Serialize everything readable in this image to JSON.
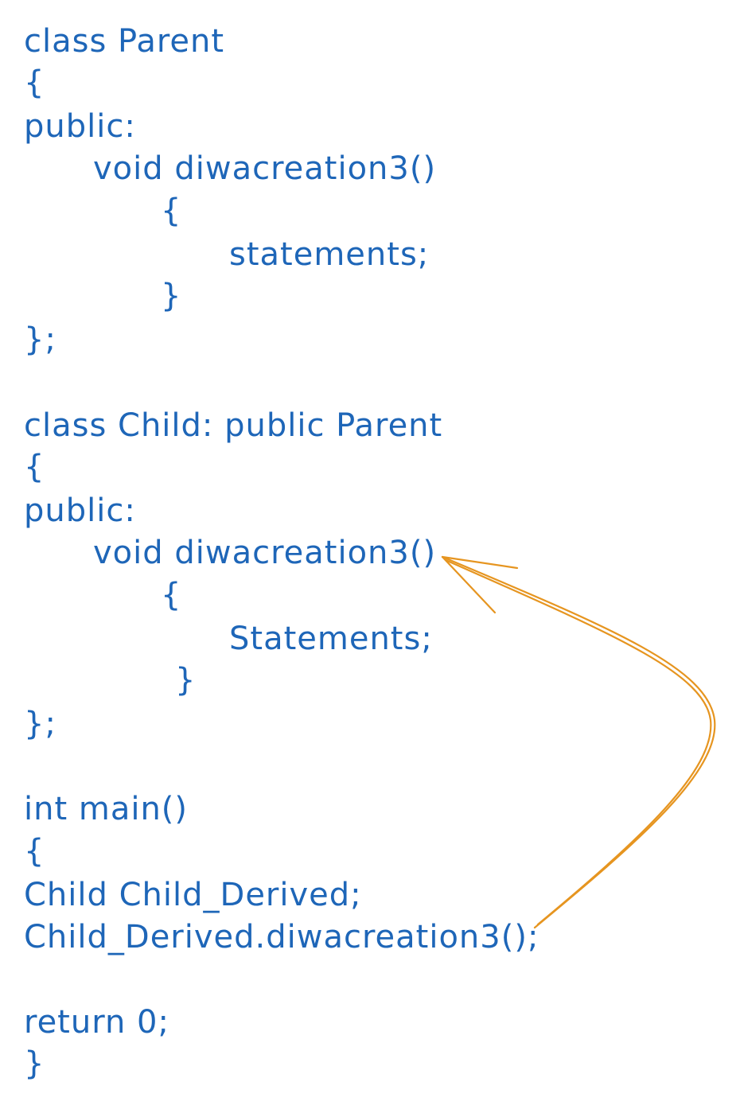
{
  "colors": {
    "code_text": "#1e66b8",
    "arrow": "#e69520",
    "background": "#ffffff"
  },
  "code_lines": [
    "class Parent",
    "{",
    "public:",
    "void diwacreation3()",
    "{",
    "statements;",
    "}",
    "};",
    "class Child: public Parent",
    "{",
    "public:",
    "void diwacreation3()",
    "{",
    "Statements;",
    "}",
    "};",
    "int main()",
    "{",
    "Child Child_Derived;",
    "Child_Derived.diwacreation3();",
    "return 0;",
    "}"
  ],
  "connectors": [
    {
      "from": "Child_Derived.diwacreation3();",
      "to": "void diwacreation3()",
      "style": "hand-drawn arrow"
    }
  ]
}
